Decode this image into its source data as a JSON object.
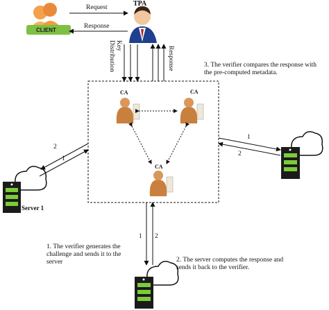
{
  "client": {
    "label": "CLIENT"
  },
  "tpa": {
    "label": "TPA"
  },
  "arrows": {
    "request": "Request",
    "response_top": "Response",
    "key_distribution": "Key\nDistribution",
    "response_side": "Response"
  },
  "steps": {
    "step1": "1. The verifier generates the challenge and sends it to the server",
    "step2": "2. The server computes the response and sends it back to the verifier.",
    "step3": "3. The verifier compares the response with the pre-computed metadata."
  },
  "ca": {
    "label": "CA"
  },
  "servers": {
    "server1_label": "Server 1"
  },
  "channel_numbers": {
    "one": "1",
    "two": "2"
  },
  "colors": {
    "client_banner": "#7ec043",
    "server_slot": "#7ccc3a",
    "server_body": "#1b1b1b",
    "tpa_suit": "#1f3f8f",
    "ca_body": "#c9803e"
  },
  "icons": [
    "client-icon",
    "tpa-icon",
    "ca-icon",
    "server-icon",
    "cloud-icon"
  ]
}
